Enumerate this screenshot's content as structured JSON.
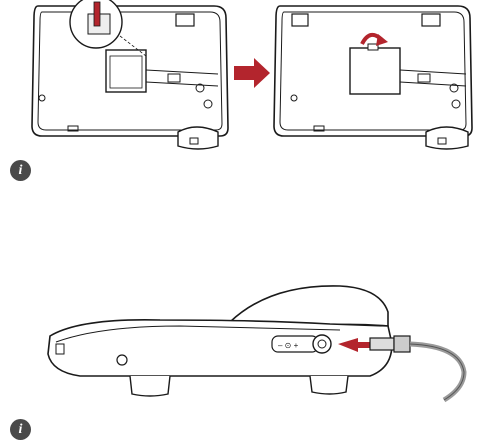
{
  "figure": {
    "step1": {
      "label": "battery-installation-step-1"
    },
    "step2": {
      "label": "battery-cover-closing-step-2"
    },
    "step3": {
      "label": "dc-power-adapter-connection"
    }
  },
  "notes": [
    {
      "icon": "info-icon"
    },
    {
      "icon": "info-icon"
    }
  ],
  "colors": {
    "arrow": "#b3252d",
    "line": "#1a1a1a",
    "icon": "#4a4a4a",
    "cable": "#9a9a9a"
  }
}
